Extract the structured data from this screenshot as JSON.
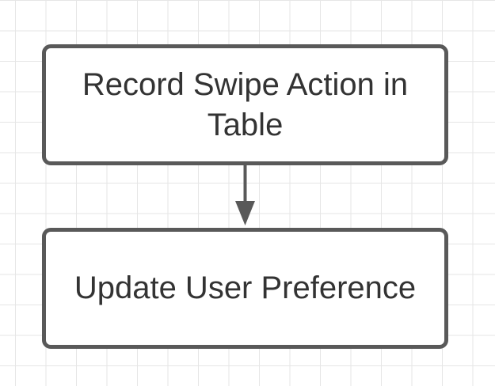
{
  "diagram": {
    "type": "flowchart",
    "nodes": [
      {
        "id": "record-swipe",
        "label": "Record Swipe Action in Table"
      },
      {
        "id": "update-preference",
        "label": "Update User Preference"
      }
    ],
    "edges": [
      {
        "from": "record-swipe",
        "to": "update-preference",
        "arrow": "single-headed"
      }
    ],
    "colors": {
      "node_border": "#595959",
      "node_fill": "#ffffff",
      "text": "#333333",
      "connector": "#595959",
      "grid": "#e6e6e6",
      "background": "#ffffff"
    }
  }
}
